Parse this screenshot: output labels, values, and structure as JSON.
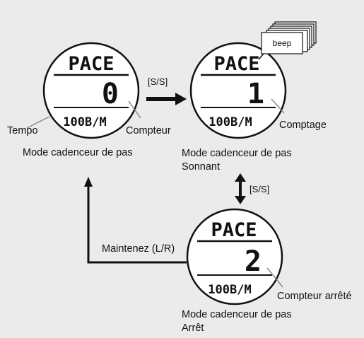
{
  "screens": [
    {
      "mode": "PACE",
      "count": "0",
      "tempo": "100B/M"
    },
    {
      "mode": "PACE",
      "count": "1",
      "tempo": "100B/M"
    },
    {
      "mode": "PACE",
      "count": "2",
      "tempo": "100B/M"
    }
  ],
  "labels": {
    "tempo": "Tempo",
    "counter": "Compteur",
    "counting": "Comptage",
    "counter_stopped": "Compteur arrêté",
    "beep": "beep"
  },
  "transitions": {
    "ss_right": "[S/S]",
    "ss_updown": "[S/S]",
    "hold": "Maintenez (L/R)"
  },
  "captions": {
    "mode1": "Mode cadenceur de pas",
    "mode2_line1": "Mode cadenceur de pas",
    "mode2_line2": "Sonnant",
    "mode3_line1": "Mode cadenceur de pas",
    "mode3_line2": "Arrêt"
  }
}
